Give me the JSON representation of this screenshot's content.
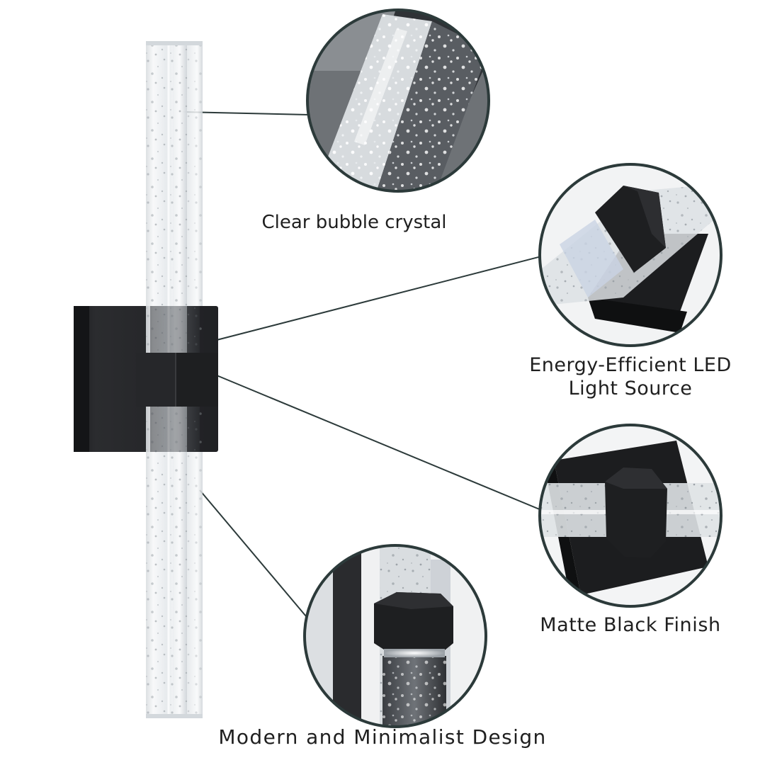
{
  "callouts": {
    "crystal": {
      "label": "Clear bubble crystal"
    },
    "led": {
      "label_line1": "Energy-Efficient LED",
      "label_line2": "Light Source"
    },
    "finish": {
      "label": "Matte Black Finish"
    },
    "design": {
      "label": "Modern and Minimalist Design"
    }
  },
  "colors": {
    "background": "#ffffff",
    "matte_black": "#1e1f21",
    "crystal_tint": "#eef1f3",
    "leader_line": "#2c3a3a",
    "text": "#1f1f1f"
  }
}
